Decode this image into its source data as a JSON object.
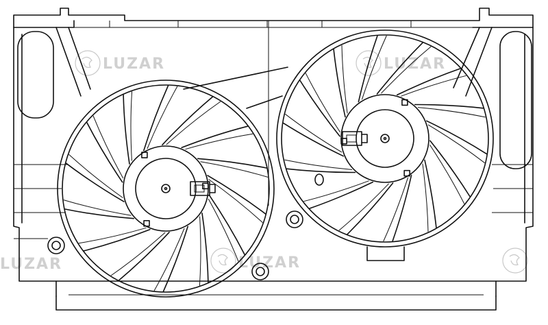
{
  "watermark": {
    "brand": "LUZAR"
  },
  "fans": [
    {
      "id": "left",
      "blades": 14
    },
    {
      "id": "right",
      "blades": 14
    }
  ]
}
